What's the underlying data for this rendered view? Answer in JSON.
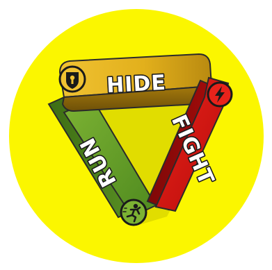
{
  "emblem": {
    "labels": {
      "hide": "HIDE",
      "fight": "FIGHT",
      "run": "RUN"
    },
    "icons": {
      "hide": "lock-shield-icon",
      "fight": "lightning-bolt-icon",
      "run": "running-person-icon"
    },
    "colors": {
      "background_disc": "#fbf600",
      "hide_band": "#e2b31c",
      "fight_band": "#d9120f",
      "run_band": "#6aa02c",
      "outline": "#2a2a2a"
    }
  }
}
